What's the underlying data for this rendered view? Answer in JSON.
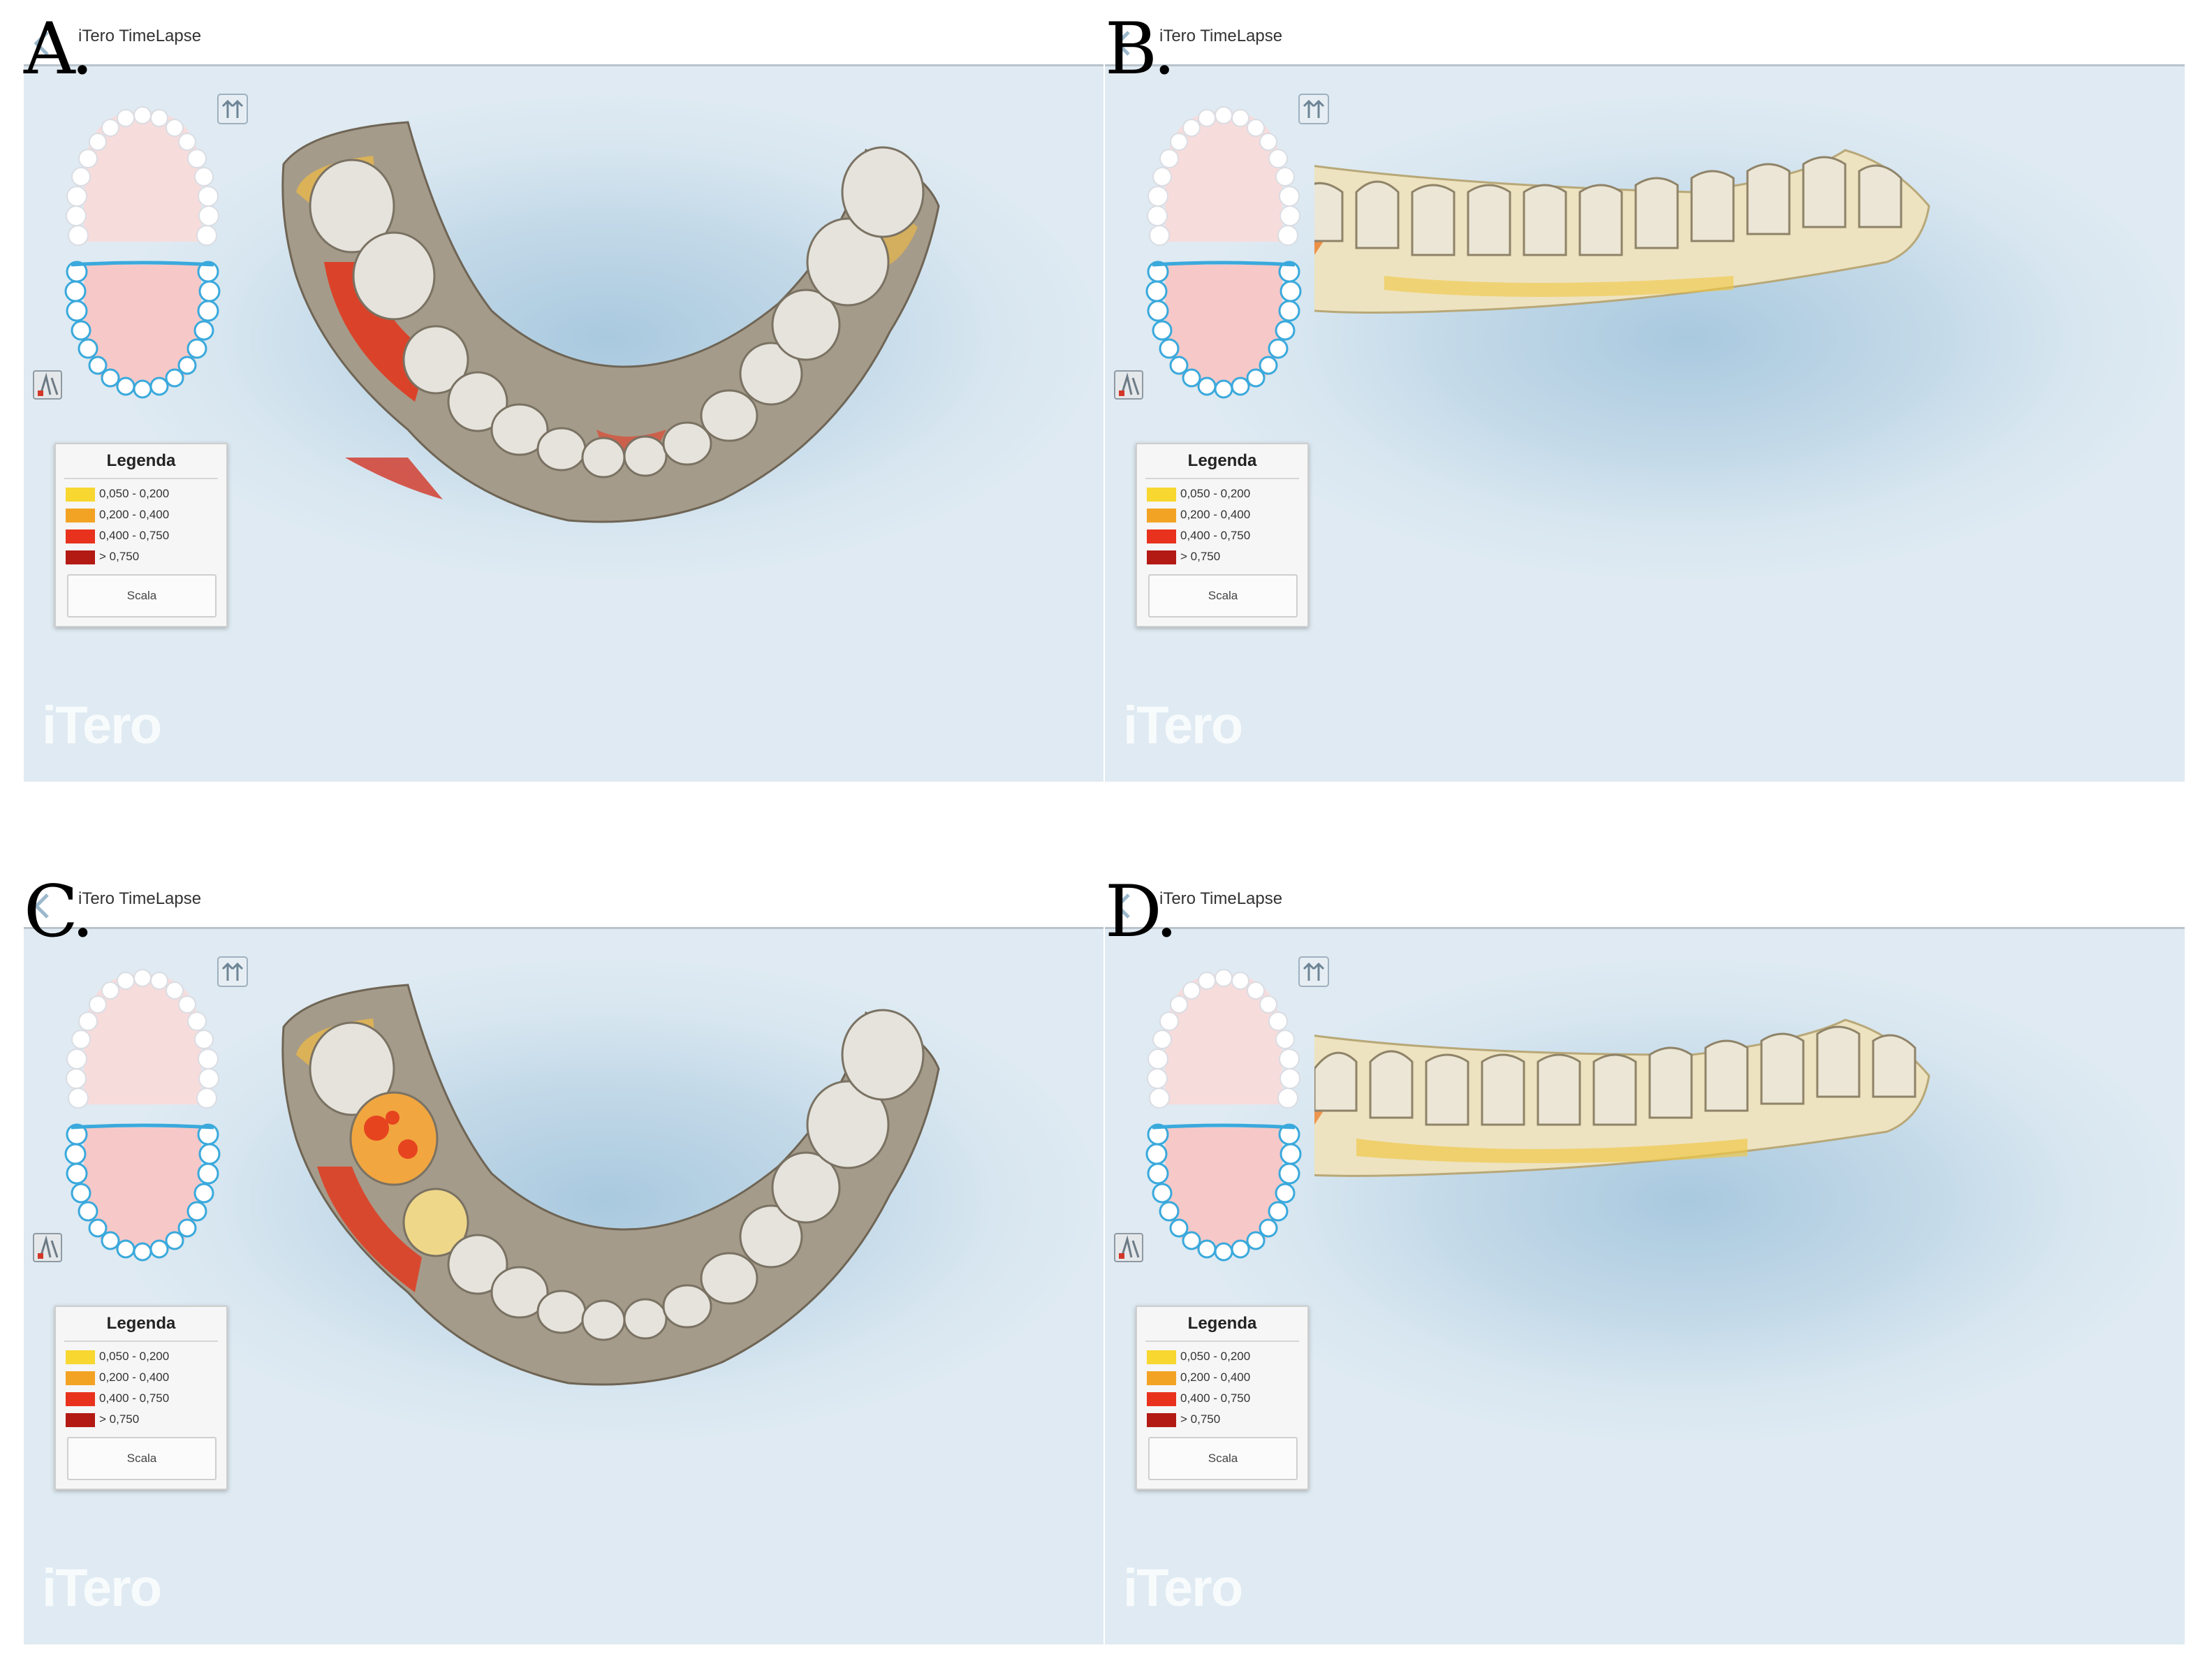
{
  "panels": [
    {
      "label": "A.",
      "app_title": "iTero TimeLapse",
      "view": "occlusal"
    },
    {
      "label": "B.",
      "app_title": "iTero TimeLapse",
      "view": "frontal"
    },
    {
      "label": "C.",
      "app_title": "iTero TimeLapse",
      "view": "occlusal"
    },
    {
      "label": "D.",
      "app_title": "iTero TimeLapse",
      "view": "frontal"
    }
  ],
  "legend": {
    "title": "Legenda",
    "rows": [
      {
        "range": "0,050 - 0,200",
        "color": "#f7d730"
      },
      {
        "range": "0,200 - 0,400",
        "color": "#f3a324"
      },
      {
        "range": "0,400 - 0,750",
        "color": "#e8321e"
      },
      {
        "range": "> 0,750",
        "color": "#b31a14"
      }
    ],
    "button_label": "Scala"
  },
  "watermark": "iTero",
  "icons": {
    "back": "chevron-left-icon",
    "swap_jaw": "swap-arrows-icon",
    "measure": "measure-tool-icon",
    "upper_arch": "upper-arch-map-icon",
    "lower_arch": "lower-arch-map-icon"
  },
  "colors": {
    "viewport_center": "#a9c9df",
    "viewport_edge": "#dfeaf2",
    "arch_highlight": "#3aa9dc",
    "tooth_shell": "#e6e3dc",
    "deviation_yellow": "#f7d730",
    "deviation_orange": "#f3a324",
    "deviation_red": "#e8321e",
    "deviation_darkred": "#b31a14"
  }
}
